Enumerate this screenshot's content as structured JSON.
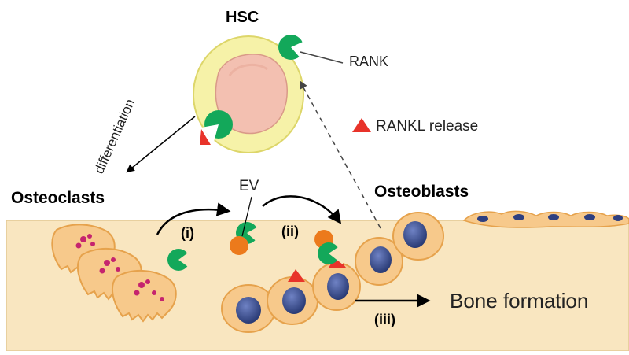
{
  "diagram": {
    "title": "HSC",
    "labels": {
      "rank": "RANK",
      "rankl_release": "RANKL release",
      "differentiation": "differentiation",
      "osteoclasts": "Osteoclasts",
      "osteoblasts": "Osteoblasts",
      "ev": "EV",
      "step_i": "(i)",
      "step_ii": "(ii)",
      "step_iii": "(iii)",
      "bone_formation": "Bone formation"
    },
    "colors": {
      "bone_matrix": "#f9e6c0",
      "cell_fill": "#f7c98b",
      "cell_stroke": "#e6a24c",
      "nucleus": "#2e3f80",
      "hsc_membrane": "#f6f2a8",
      "hsc_nucleus": "#f3c0b1",
      "rank_receptor": "#13a85a",
      "rankl": "#e8332a",
      "ev": "#ec7a1c",
      "osteoclast_granule": "#c5246e"
    }
  }
}
